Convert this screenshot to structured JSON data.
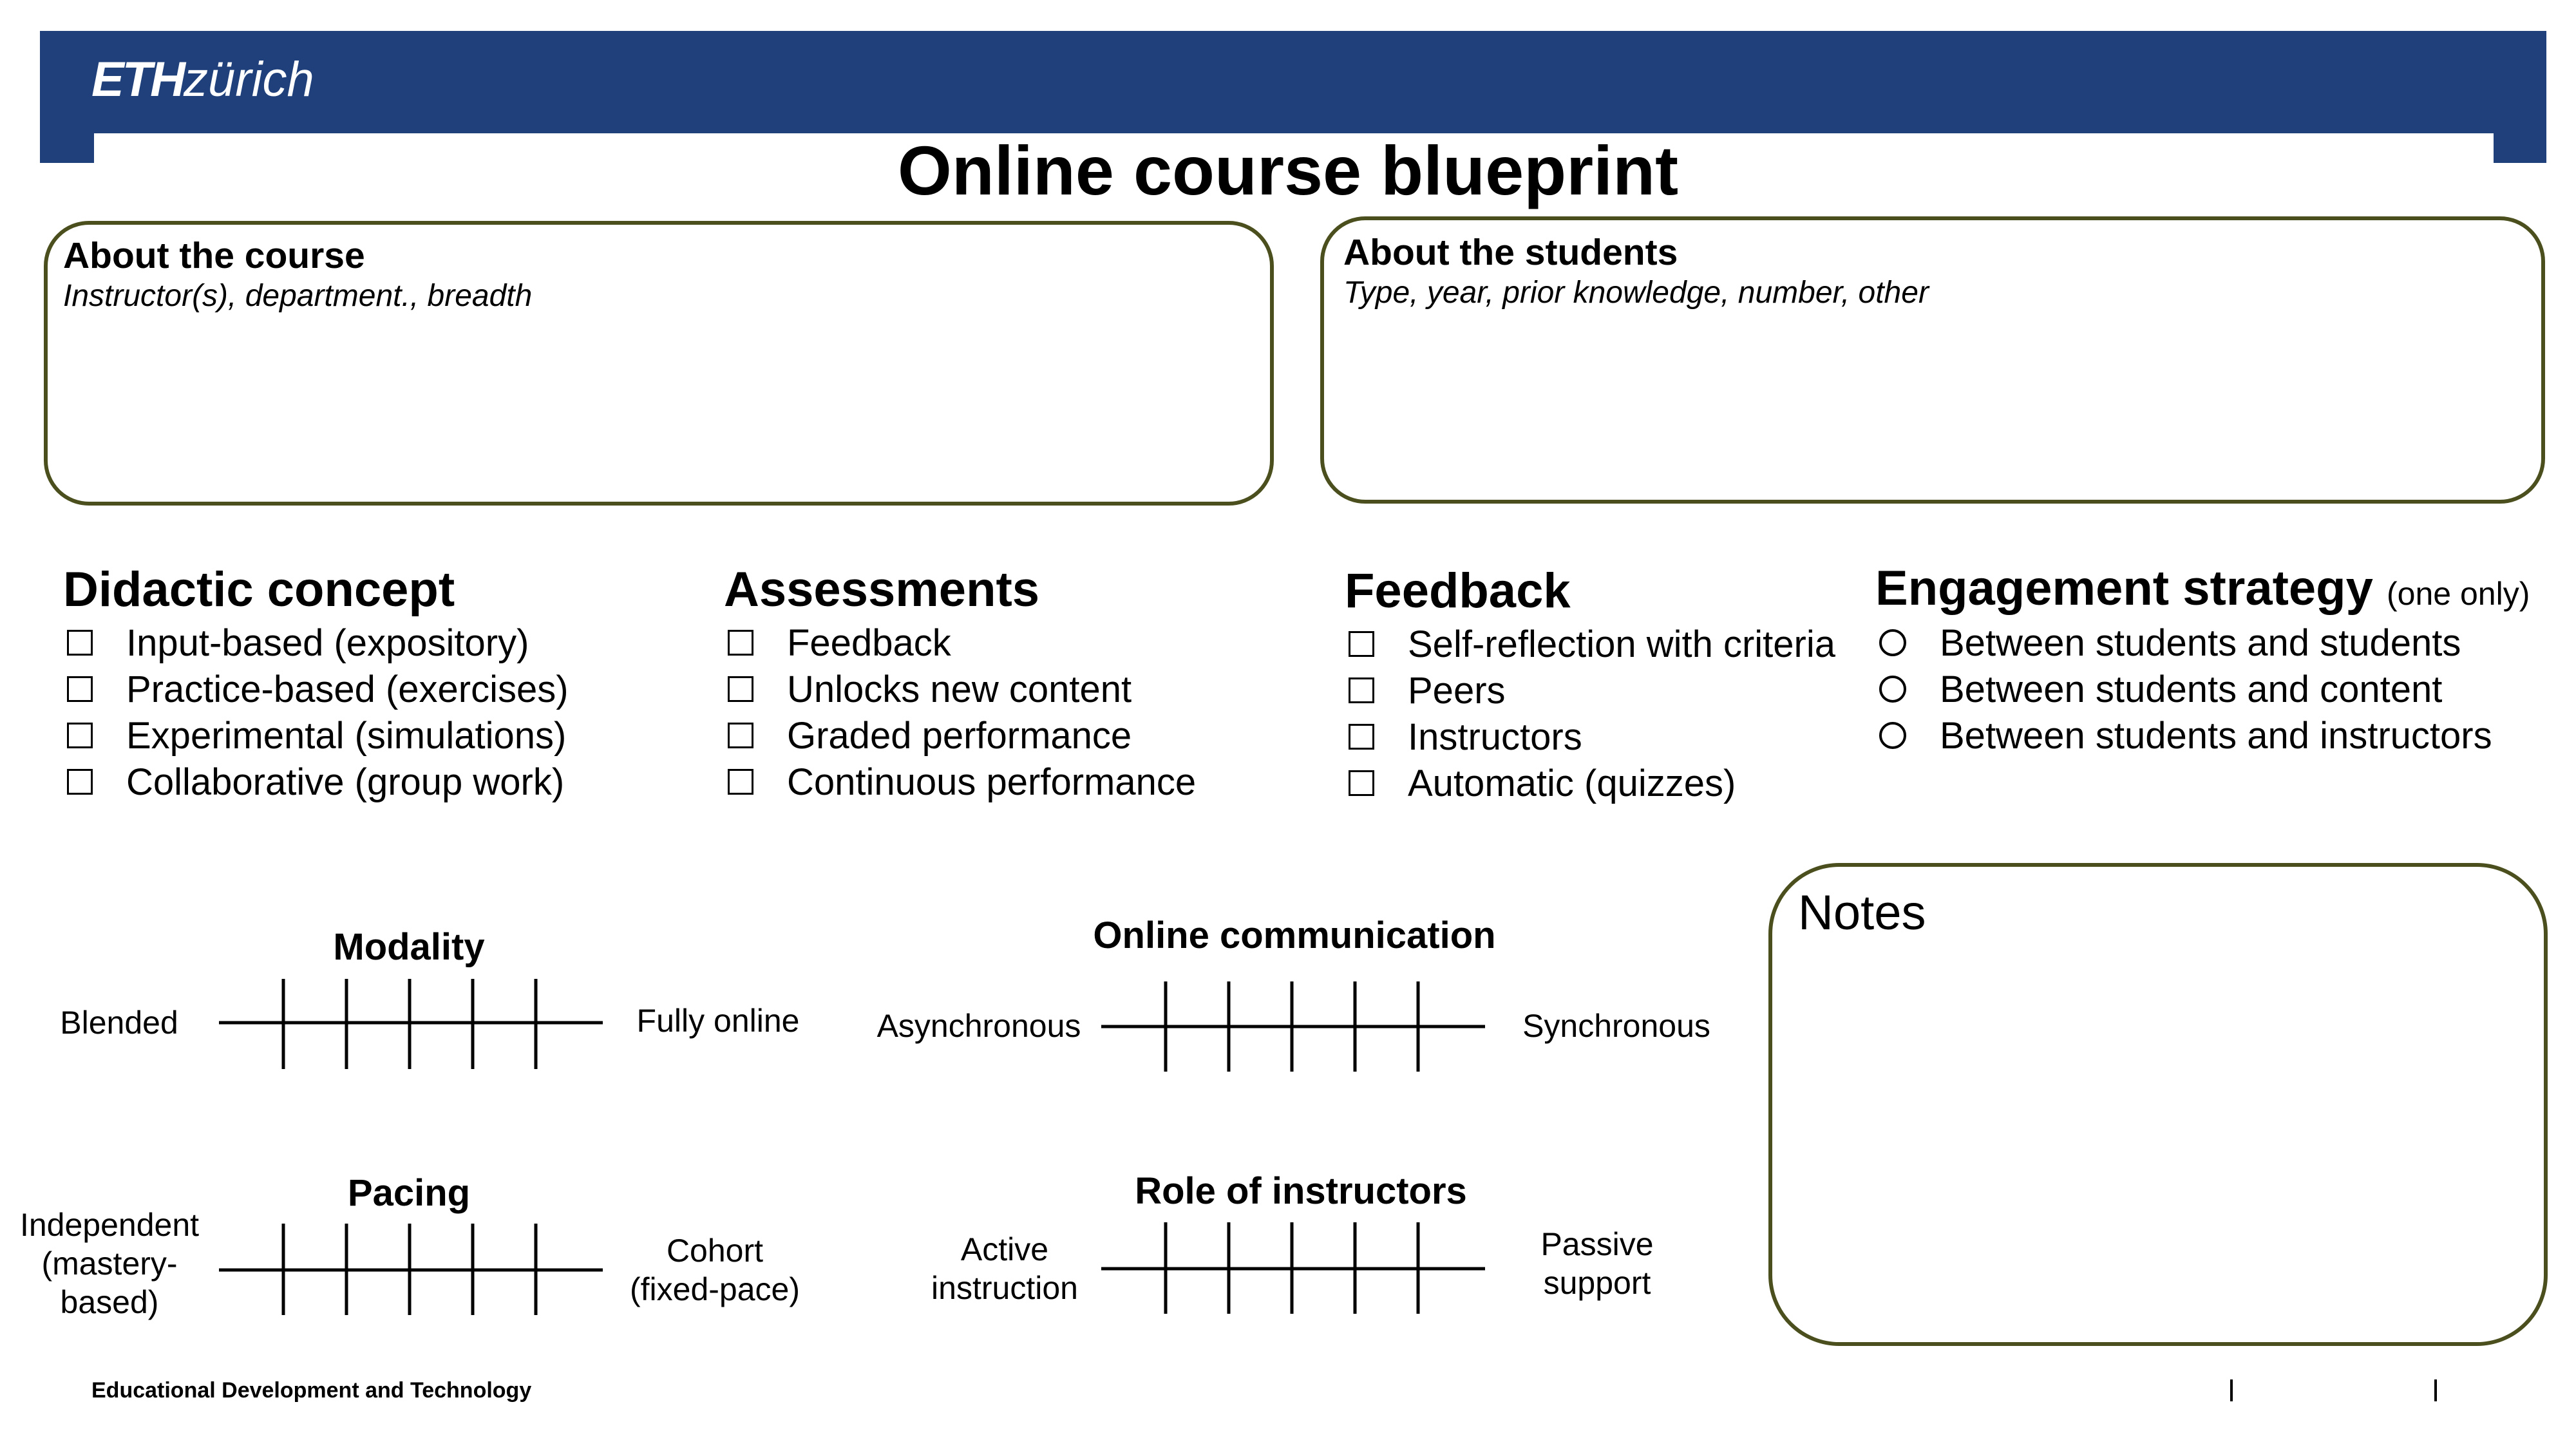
{
  "header": {
    "logo_eth": "ETH",
    "logo_zurich": "zürich"
  },
  "title": "Online course blueprint",
  "about_course": {
    "title": "About the course",
    "subtitle": "Instructor(s), department., breadth"
  },
  "about_students": {
    "title": "About the students",
    "subtitle": "Type, year, prior knowledge, number, other"
  },
  "didactic": {
    "title": "Didactic concept",
    "options": [
      "Input-based (expository)",
      "Practice-based (exercises)",
      "Experimental (simulations)",
      "Collaborative (group work)"
    ]
  },
  "assessments": {
    "title": "Assessments",
    "options": [
      "Feedback",
      "Unlocks new content",
      "Graded performance",
      "Continuous performance"
    ]
  },
  "feedback": {
    "title": "Feedback",
    "options": [
      "Self-reflection with criteria",
      "Peers",
      "Instructors",
      "Automatic (quizzes)"
    ]
  },
  "engagement": {
    "title": "Engagement strategy",
    "note": "(one only)",
    "options": [
      "Between students and students",
      "Between students and content",
      "Between students and instructors"
    ]
  },
  "modality": {
    "title": "Modality",
    "left": "Blended",
    "right": "Fully online"
  },
  "online_comm": {
    "title": "Online communication",
    "left": "Asynchronous",
    "right": "Synchronous"
  },
  "pacing": {
    "title": "Pacing",
    "left": "Independent\n(mastery-\nbased)",
    "right": "Cohort\n(fixed-pace)"
  },
  "role": {
    "title": "Role of instructors",
    "left": "Active\ninstruction",
    "right": "Passive\nsupport"
  },
  "notes": {
    "title": "Notes"
  },
  "footer": {
    "text": "Educational Development and Technology"
  },
  "colors": {
    "header": "#1f407a",
    "box_border": "#4b4f1e"
  }
}
